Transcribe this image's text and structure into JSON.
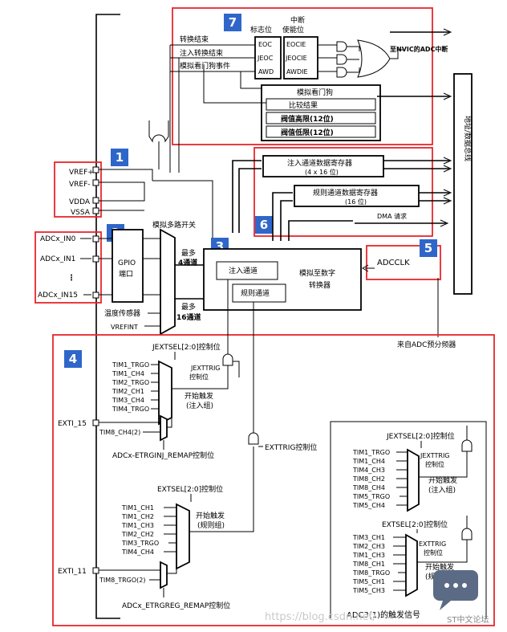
{
  "badges": [
    "1",
    "2",
    "3",
    "4",
    "5",
    "6",
    "7"
  ],
  "interrupt": {
    "flag_label": "标志位",
    "enable_label_1": "中断",
    "enable_label_2": "使能位",
    "eoc_event": "转换结束",
    "jeoc_event": "注入转换结束",
    "awd_event": "模拟看门狗事件",
    "flags": [
      "EOC",
      "JEOC",
      "AWD"
    ],
    "enables": [
      "EOCIE",
      "JEOCIE",
      "AWDIE"
    ],
    "nvic_output": "至NVIC的ADC中断"
  },
  "watchdog": {
    "title": "模拟看门狗",
    "rows": [
      "比较结果",
      "阀值高限(12位)",
      "阀值低限(12位)"
    ]
  },
  "bus_label": "地址/数据总线",
  "registers": {
    "injected_name": "注入通道数据寄存器",
    "injected_size": "(4 x 16 位)",
    "regular_name": "规则通道数据寄存器",
    "regular_size": "(16 位)",
    "dma": "DMA 请求"
  },
  "refs": [
    "VREF+",
    "VREF-",
    "VDDA",
    "VSSA"
  ],
  "inputs": [
    "ADCx_IN0",
    "ADCx_IN1",
    "ADCx_IN15"
  ],
  "input_dots": "⋮",
  "gpio_1": "GPIO",
  "gpio_2": "端口",
  "analog_mux": "模拟多路开关",
  "temp_sensor": "温度传感器",
  "vrefint": "VREFINT",
  "max4_1": "最多",
  "max4_2": "4通道",
  "max16_1": "最多",
  "max16_2": "16通道",
  "injected_channel": "注入通道",
  "regular_channel": "规则通道",
  "adc_core_1": "模拟至数字",
  "adc_core_2": "转换器",
  "adcclk": "ADCCLK",
  "prescaler": "来自ADC预分频器",
  "trigger": {
    "jextsel": "JEXTSEL[2:0]控制位",
    "jext_sources": [
      "TIM1_TRGO",
      "TIM1_CH4",
      "TIM2_TRGO",
      "TIM2_CH1",
      "TIM3_CH4",
      "TIM4_TRGO"
    ],
    "jexttrig_1": "JEXTTRIG",
    "jexttrig_2": "控制位",
    "start_injected_1": "开始触发",
    "start_injected_2": "(注入组)",
    "exti15": "EXTI_15",
    "tim8_ch4": "TIM8_CH4(2)",
    "etrginj": "ADCx-ETRGINJ_REMAP控制位",
    "exttrig": "EXTTRIG控制位",
    "extsel": "EXTSEL[2:0]控制位",
    "ext_sources": [
      "TIM1_CH1",
      "TIM1_CH2",
      "TIM1_CH3",
      "TIM2_CH2",
      "TIM3_TRGO",
      "TIM4_CH4"
    ],
    "start_regular_1": "开始触发",
    "start_regular_2": "(规则组)",
    "exti11": "EXTI_11",
    "tim8_trgo": "TIM8_TRGO(2)",
    "etrgreg": "ADCx_ETRGREG_REMAP控制位"
  },
  "adc3": {
    "jextsel": "JEXTSEL[2:0]控制位",
    "jext_sources": [
      "TIM1_TRGO",
      "TIM1_CH4",
      "TIM4_CH3",
      "TIM8_CH2",
      "TIM8_CH4",
      "TIM5_TRGO",
      "TIM5_CH4"
    ],
    "jexttrig_1": "JEXTTRIG",
    "jexttrig_2": "控制位",
    "start_injected_1": "开始触发",
    "start_injected_2": "(注入组)",
    "extsel": "EXTSEL[2:0]控制位",
    "ext_sources": [
      "TIM3_CH1",
      "TIM2_CH3",
      "TIM1_CH3",
      "TIM8_CH1",
      "TIM8_TRGO",
      "TIM5_CH1",
      "TIM5_CH3"
    ],
    "exttrig_1": "EXTTRIG",
    "exttrig_2": "控制位",
    "start_regular_1": "开始触发",
    "start_regular_2": "(规则组)",
    "caption": "ADC3(1)的触发信号"
  },
  "watermark": "https://blog.csdn.net/",
  "st_badge": "ST中文论坛"
}
